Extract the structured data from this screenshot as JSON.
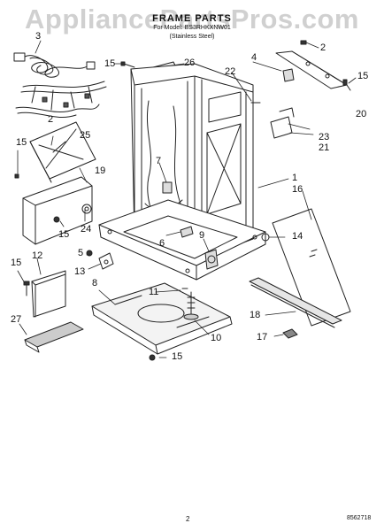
{
  "header": {
    "watermark": "AppliancePartsPros.com",
    "title": "FRAME PARTS",
    "model_line": "For Model: BS3RHKXNW01",
    "color_line": "(Stainless Steel)"
  },
  "callouts": [
    "1",
    "2",
    "3",
    "4",
    "5",
    "6",
    "7",
    "8",
    "9",
    "10",
    "11",
    "12",
    "13",
    "14",
    "15",
    "15",
    "15",
    "15",
    "15",
    "15",
    "15",
    "16",
    "17",
    "18",
    "19",
    "20",
    "21",
    "22",
    "23",
    "24",
    "25",
    "26",
    "27"
  ],
  "footer": {
    "page_number": "2",
    "doc_number": "8562718"
  }
}
